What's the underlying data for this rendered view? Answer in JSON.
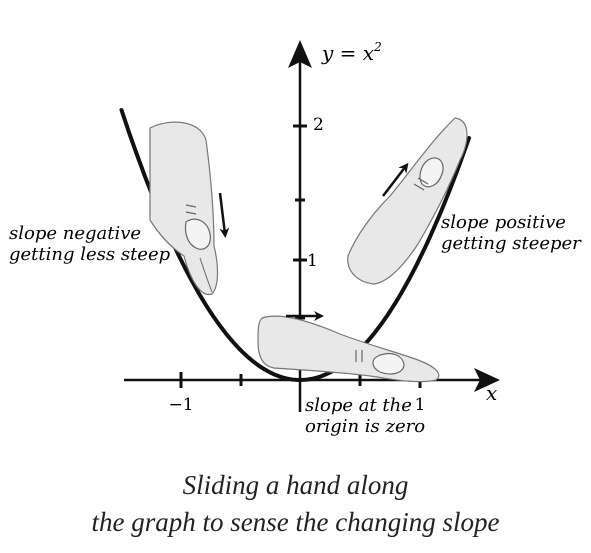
{
  "axes": {
    "y_label": "y = x",
    "y_label_sup": "2",
    "x_label": "x",
    "y_ticks": [
      {
        "label": "2",
        "value": 2
      },
      {
        "label": "1",
        "value": 1
      }
    ],
    "x_ticks": [
      {
        "label": "−1",
        "value": -1
      },
      {
        "label": "1",
        "value": 1
      }
    ]
  },
  "annotations": {
    "left_line1": "slope negative",
    "left_line2": "getting less steep",
    "right_line1": "slope positive",
    "right_line2": "getting steeper",
    "bottom_line1": "slope at the",
    "bottom_line2": "origin is zero"
  },
  "caption": {
    "line1": "Sliding a hand along",
    "line2": "the graph to sense the changing slope"
  },
  "illustrations": [
    "hand-left",
    "hand-right",
    "hand-bottom"
  ]
}
